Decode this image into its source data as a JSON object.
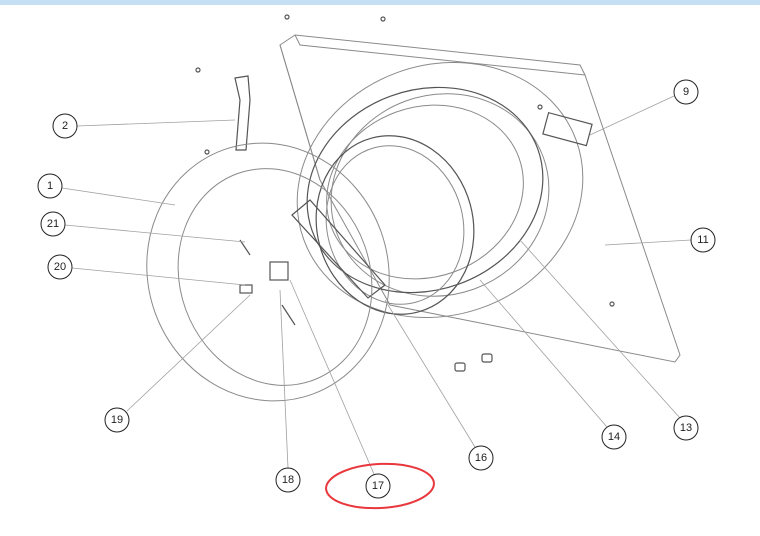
{
  "callouts": [
    {
      "id": "c2",
      "label": "2"
    },
    {
      "id": "c1",
      "label": "1"
    },
    {
      "id": "c21",
      "label": "21"
    },
    {
      "id": "c20",
      "label": "20"
    },
    {
      "id": "c9",
      "label": "9"
    },
    {
      "id": "c11",
      "label": "11"
    },
    {
      "id": "c19",
      "label": "19"
    },
    {
      "id": "c18",
      "label": "18"
    },
    {
      "id": "c17",
      "label": "17"
    },
    {
      "id": "c16",
      "label": "16"
    },
    {
      "id": "c14",
      "label": "14"
    },
    {
      "id": "c13",
      "label": "13"
    }
  ],
  "highlight": {
    "target": "17",
    "color": "#e8383d"
  },
  "accent_bar_color": "#c5e0f5"
}
